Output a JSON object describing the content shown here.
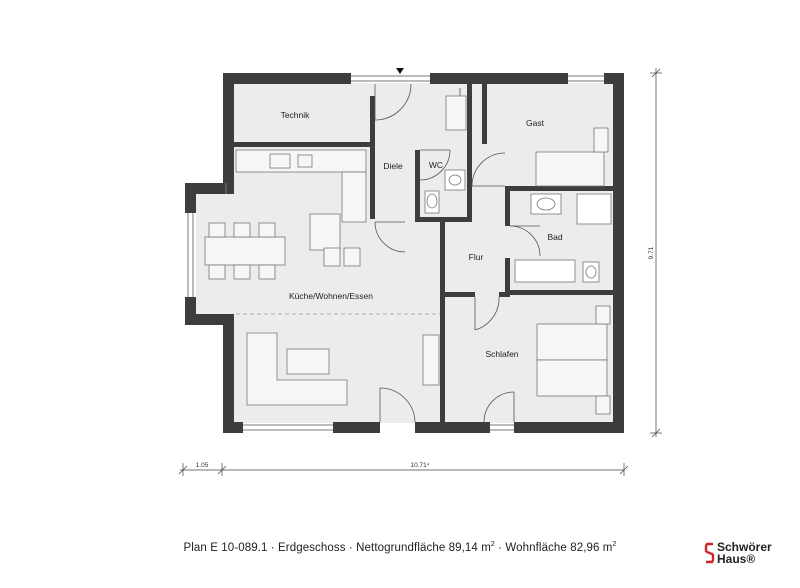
{
  "rooms": {
    "technik": "Technik",
    "diele": "Diele",
    "wc": "WC",
    "gast": "Gast",
    "bad": "Bad",
    "flur": "Flur",
    "kueche_wohnen_essen": "Küche/Wohnen/Essen",
    "schlafen": "Schlafen"
  },
  "dimensions": {
    "left_offset": "1.05",
    "width": "10.71⁴",
    "height": "9.71"
  },
  "caption": {
    "plan": "Plan E 10-089.1",
    "sep1": " · ",
    "floor": "Erdgeschoss",
    "sep2": " · ",
    "net_area": "Nettogrundfläche 89,14 m",
    "sep3": " · ",
    "living_area": "Wohnfläche 82,96 m",
    "sup": "2"
  },
  "logo": {
    "line1": "Schwörer",
    "line2": "Haus®",
    "accent": "#d2232a"
  },
  "colors": {
    "wall": "#3d3d3d",
    "floor": "#ececec",
    "line": "#555555"
  }
}
